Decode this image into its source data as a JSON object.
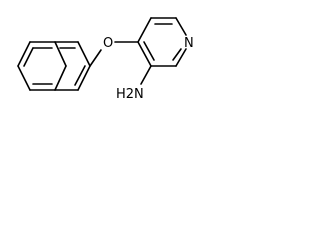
{
  "atoms": {
    "oxygen": "O",
    "nitrogen": "N",
    "amine": "H2N"
  }
}
